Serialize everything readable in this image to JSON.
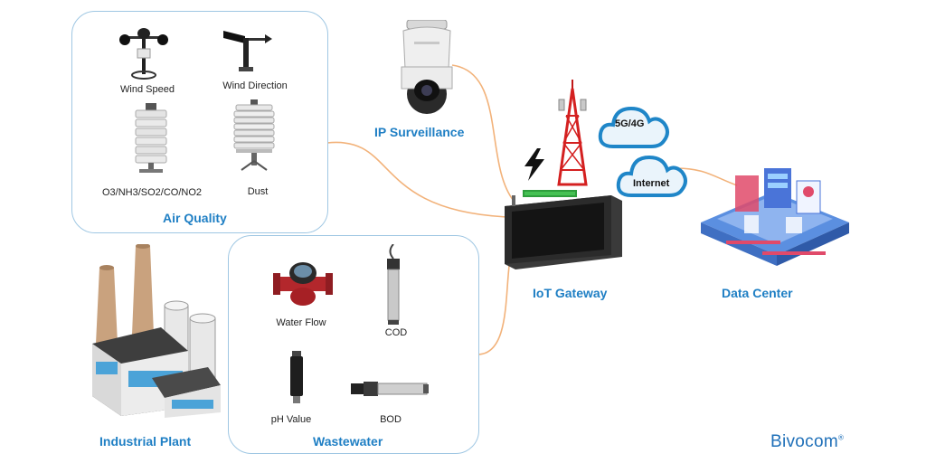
{
  "air_quality": {
    "title": "Air Quality",
    "wind_speed": "Wind Speed",
    "wind_direction": "Wind Direction",
    "gas": "O3/NH3/SO2/CO/NO2",
    "dust": "Dust"
  },
  "wastewater": {
    "title": "Wastewater",
    "water_flow": "Water Flow",
    "cod": "COD",
    "ph": "pH Value",
    "bod": "BOD"
  },
  "ip_surveillance": "IP Surveillance",
  "industrial_plant": "Industrial Plant",
  "iot_gateway": "IoT Gateway",
  "data_center": "Data Center",
  "cloud_5g": "5G/4G",
  "cloud_internet": "Internet",
  "brand": "Bivocom",
  "colors": {
    "accent": "#1f7fc4",
    "panel_border": "#9fc7e3",
    "wire": "#f2b27a"
  }
}
